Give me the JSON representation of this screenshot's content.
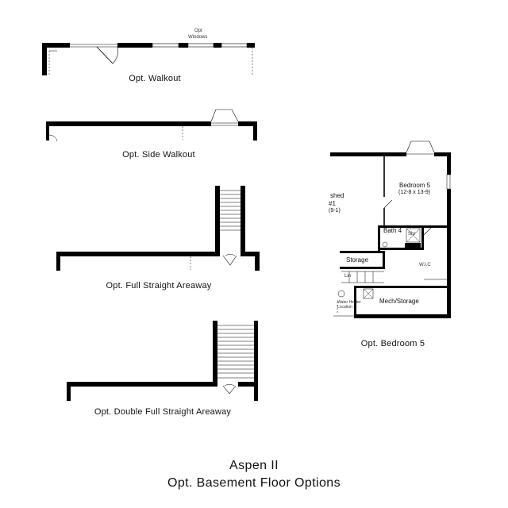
{
  "options": {
    "walkout": {
      "caption": "Opt. Walkout",
      "note_opt": "Opt",
      "note_windows": "Windows"
    },
    "side_walkout": {
      "caption": "Opt. Side Walkout"
    },
    "full_areaway": {
      "caption": "Opt. Full Straight Areaway"
    },
    "double_areaway": {
      "caption": "Opt. Double Full Straight Areaway"
    },
    "bedroom5": {
      "caption": "Opt. Bedroom 5",
      "finished_fragment": "shed",
      "finished_fragment_2": "#1",
      "finished_fragment_3": "(9-1)",
      "bedroom_label": "Bedroom 5",
      "bedroom_dims": "(12-8 x 13-9)",
      "bath_label": "Bath 4",
      "storage_label": "Storage",
      "mech_label": "Mech/Storage",
      "wic_label": "W.I.C",
      "shower_label": "Shr",
      "linen_label": "Lin",
      "water_heater_label": "Water Heater Location"
    }
  },
  "footer": {
    "title": "Aspen II",
    "subtitle": "Opt. Basement Floor Options"
  }
}
